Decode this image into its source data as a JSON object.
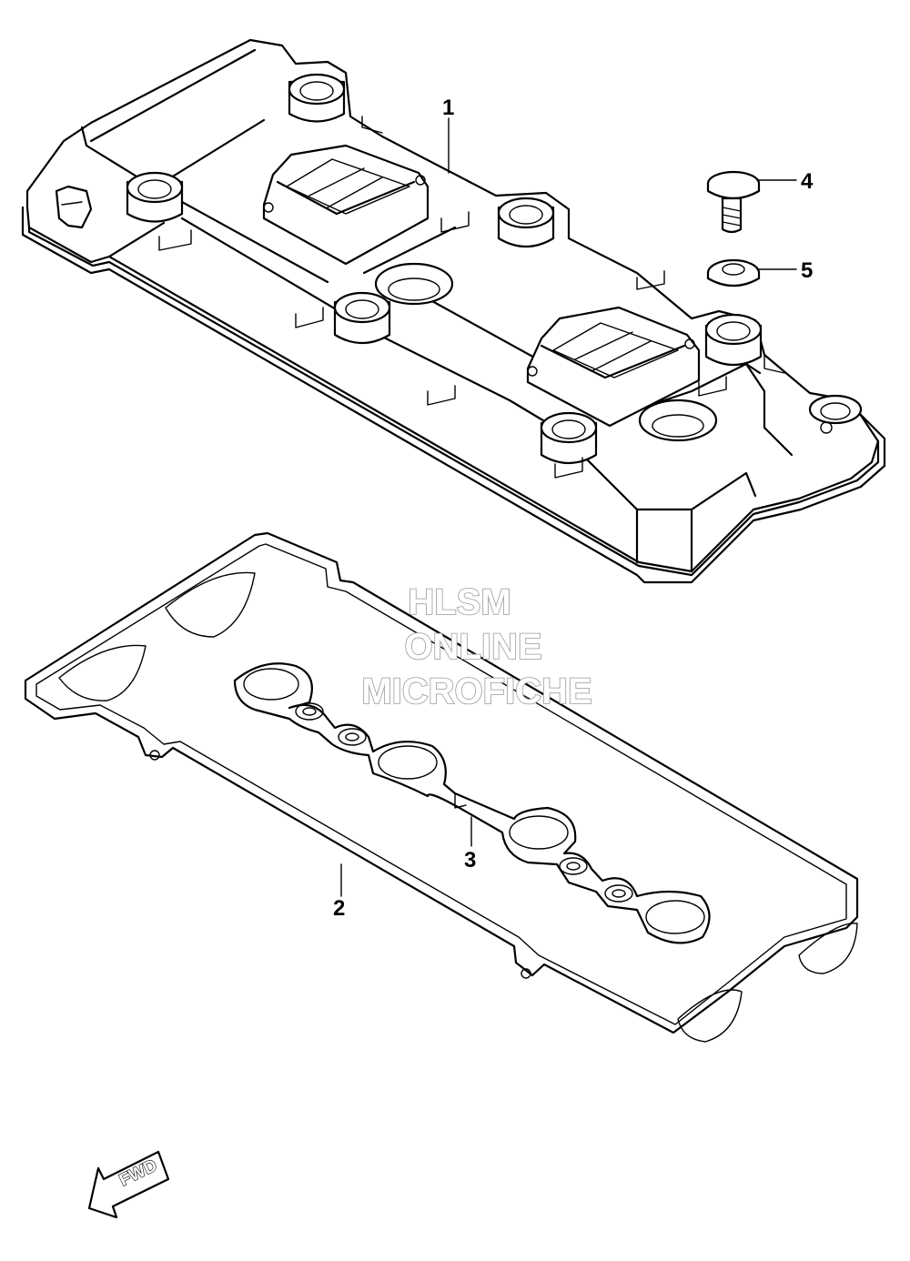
{
  "callouts": [
    {
      "id": "1",
      "label": "1"
    },
    {
      "id": "2",
      "label": "2"
    },
    {
      "id": "3",
      "label": "3"
    },
    {
      "id": "4",
      "label": "4"
    },
    {
      "id": "5",
      "label": "5"
    }
  ],
  "watermark": {
    "line1": "HLSM",
    "line2": "ONLINE",
    "line3": "MICROFICHE"
  },
  "direction_arrow": {
    "label": "FWD"
  }
}
